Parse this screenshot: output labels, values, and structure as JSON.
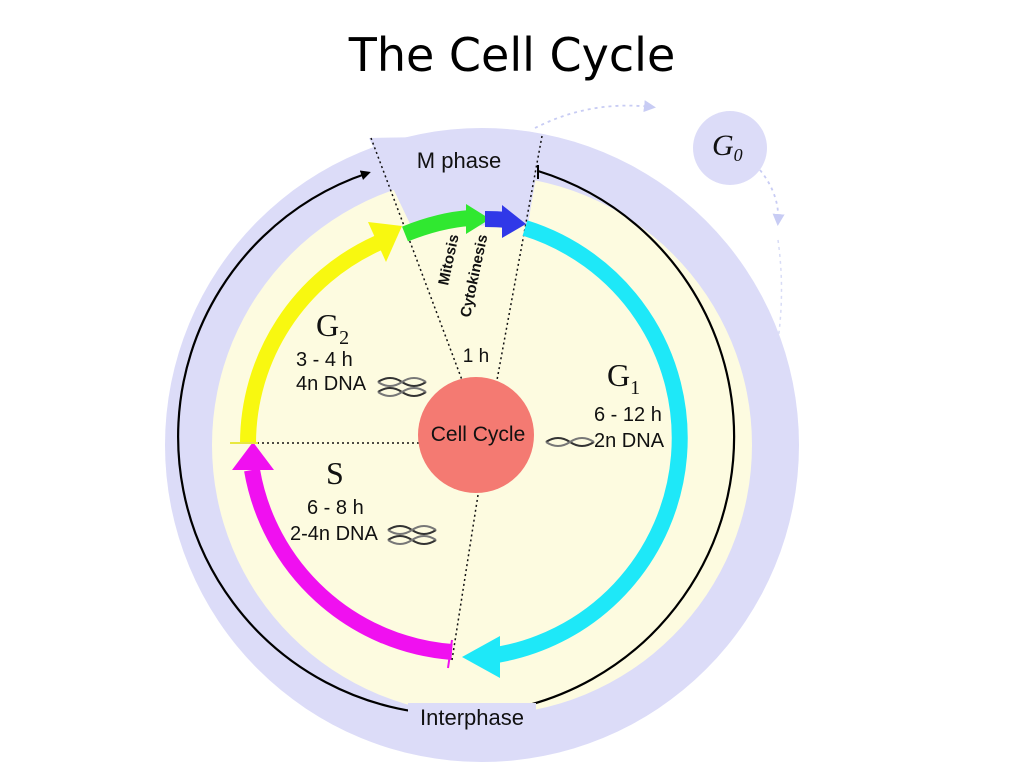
{
  "title": "The Cell Cycle",
  "center_label": "Cell Cycle",
  "outer_labels": {
    "top": "M phase",
    "bottom": "Interphase"
  },
  "g0": {
    "letter": "G",
    "subscript": "0"
  },
  "mitosis": {
    "label": "Mitosis"
  },
  "cytokinesis": {
    "label": "Cytokinesis"
  },
  "m_duration": "1 h",
  "phases": {
    "g1": {
      "letter": "G",
      "subscript": "1",
      "duration": "6 - 12 h",
      "dna": "2n DNA"
    },
    "g2": {
      "letter": "G",
      "subscript": "2",
      "duration": "3 - 4 h",
      "dna": "4n DNA"
    },
    "s": {
      "letter": "S",
      "duration": "6 - 8 h",
      "dna": "2-4n DNA"
    }
  },
  "colors": {
    "outer_ring": "#dcdcf8",
    "inner_fill": "#fdfbe0",
    "center": "#f47a72",
    "g1": "#1ee8f8",
    "s": "#f010f0",
    "g2": "#f8f810",
    "mitosis": "#30e830",
    "cytokinesis": "#3038e8"
  }
}
